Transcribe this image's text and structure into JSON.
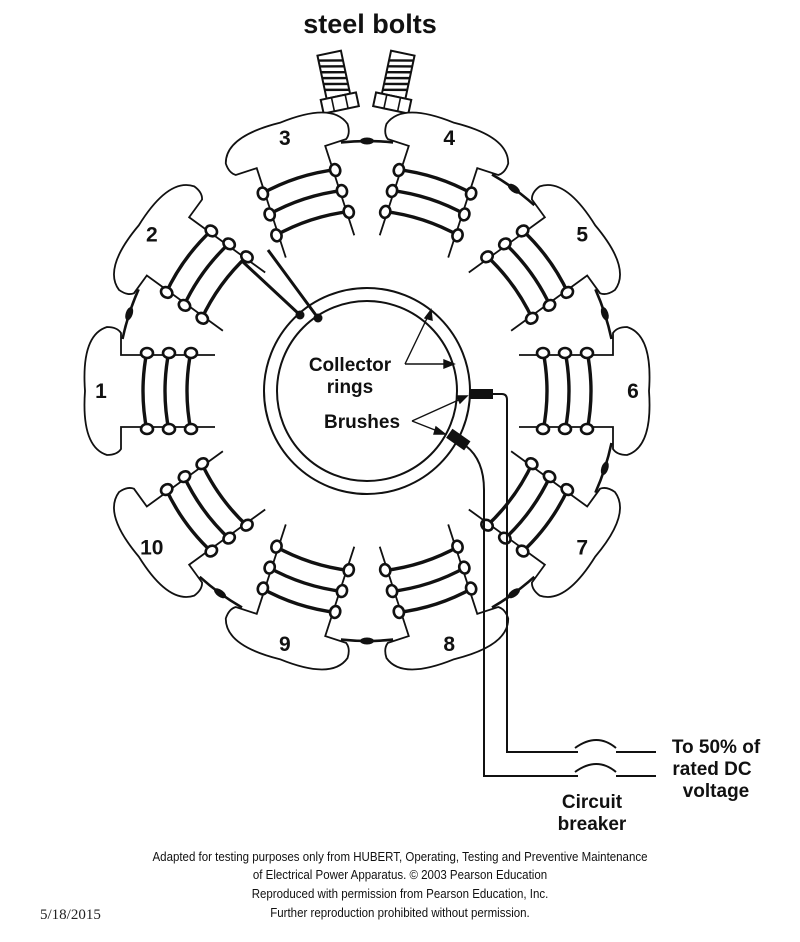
{
  "diagram": {
    "title": "steel bolts",
    "poles": [
      {
        "label": "1"
      },
      {
        "label": "2"
      },
      {
        "label": "3"
      },
      {
        "label": "4"
      },
      {
        "label": "5"
      },
      {
        "label": "6"
      },
      {
        "label": "7"
      },
      {
        "label": "8"
      },
      {
        "label": "9"
      },
      {
        "label": "10"
      }
    ],
    "collector_label_line1": "Collector",
    "collector_label_line2": "rings",
    "brushes_label": "Brushes",
    "supply_label_line1": "To 50% of",
    "supply_label_line2": "rated DC",
    "supply_label_line3": "voltage",
    "breaker_label_line1": "Circuit",
    "breaker_label_line2": "breaker"
  },
  "footer": {
    "credit_line1": "Adapted for testing purposes only from HUBERT, Operating, Testing and Preventive Maintenance",
    "credit_line2": "of Electrical Power Apparatus. © 2003 Pearson Education",
    "credit_line3": "Reproduced with permission from Pearson Education, Inc.",
    "credit_line4": "Further reproduction prohibited without permission.",
    "date": "5/18/2015"
  }
}
